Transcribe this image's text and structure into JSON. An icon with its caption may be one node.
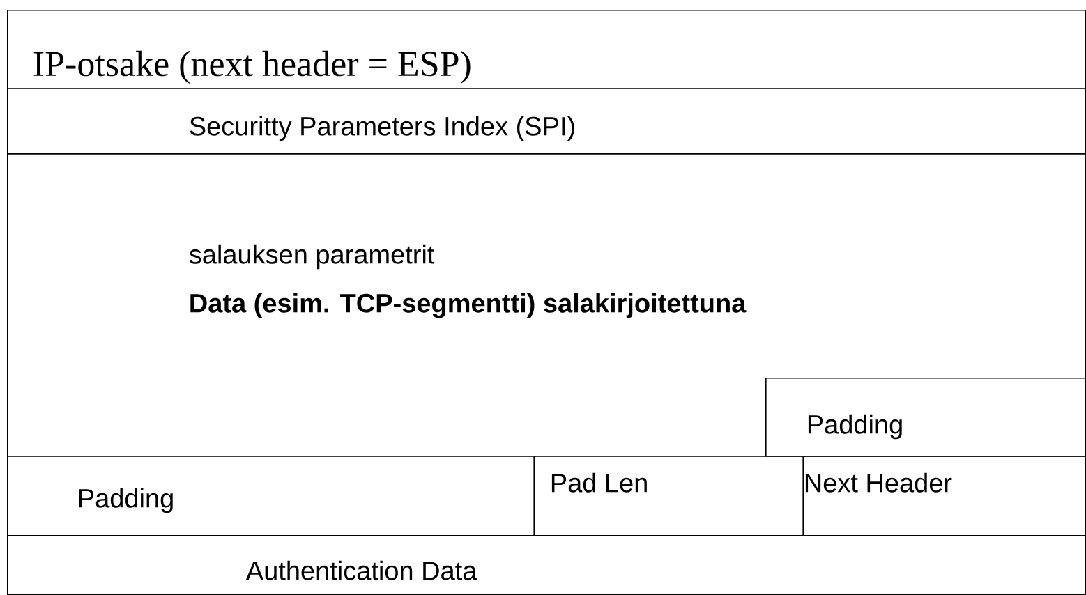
{
  "diagram": {
    "nodes": [
      {
        "text": [
          "IP-otsake (next header = ESP)"
        ]
      },
      {
        "text": [
          "Securitty Parameters Index  (SPI)"
        ]
      },
      {
        "text": [
          "salauksen parametrit",
          "Data (esim. TCP-segmentti)  salakirjoitettuna"
        ]
      },
      {
        "text": [
          "Padding"
        ],
        "in": 2
      },
      {
        "text": [
          "Padding"
        ]
      },
      {
        "text": [
          "Pad Len"
        ]
      },
      {
        "text": [
          "Next Header"
        ]
      },
      {
        "text": [
          "Authentication Data"
        ]
      }
    ]
  }
}
